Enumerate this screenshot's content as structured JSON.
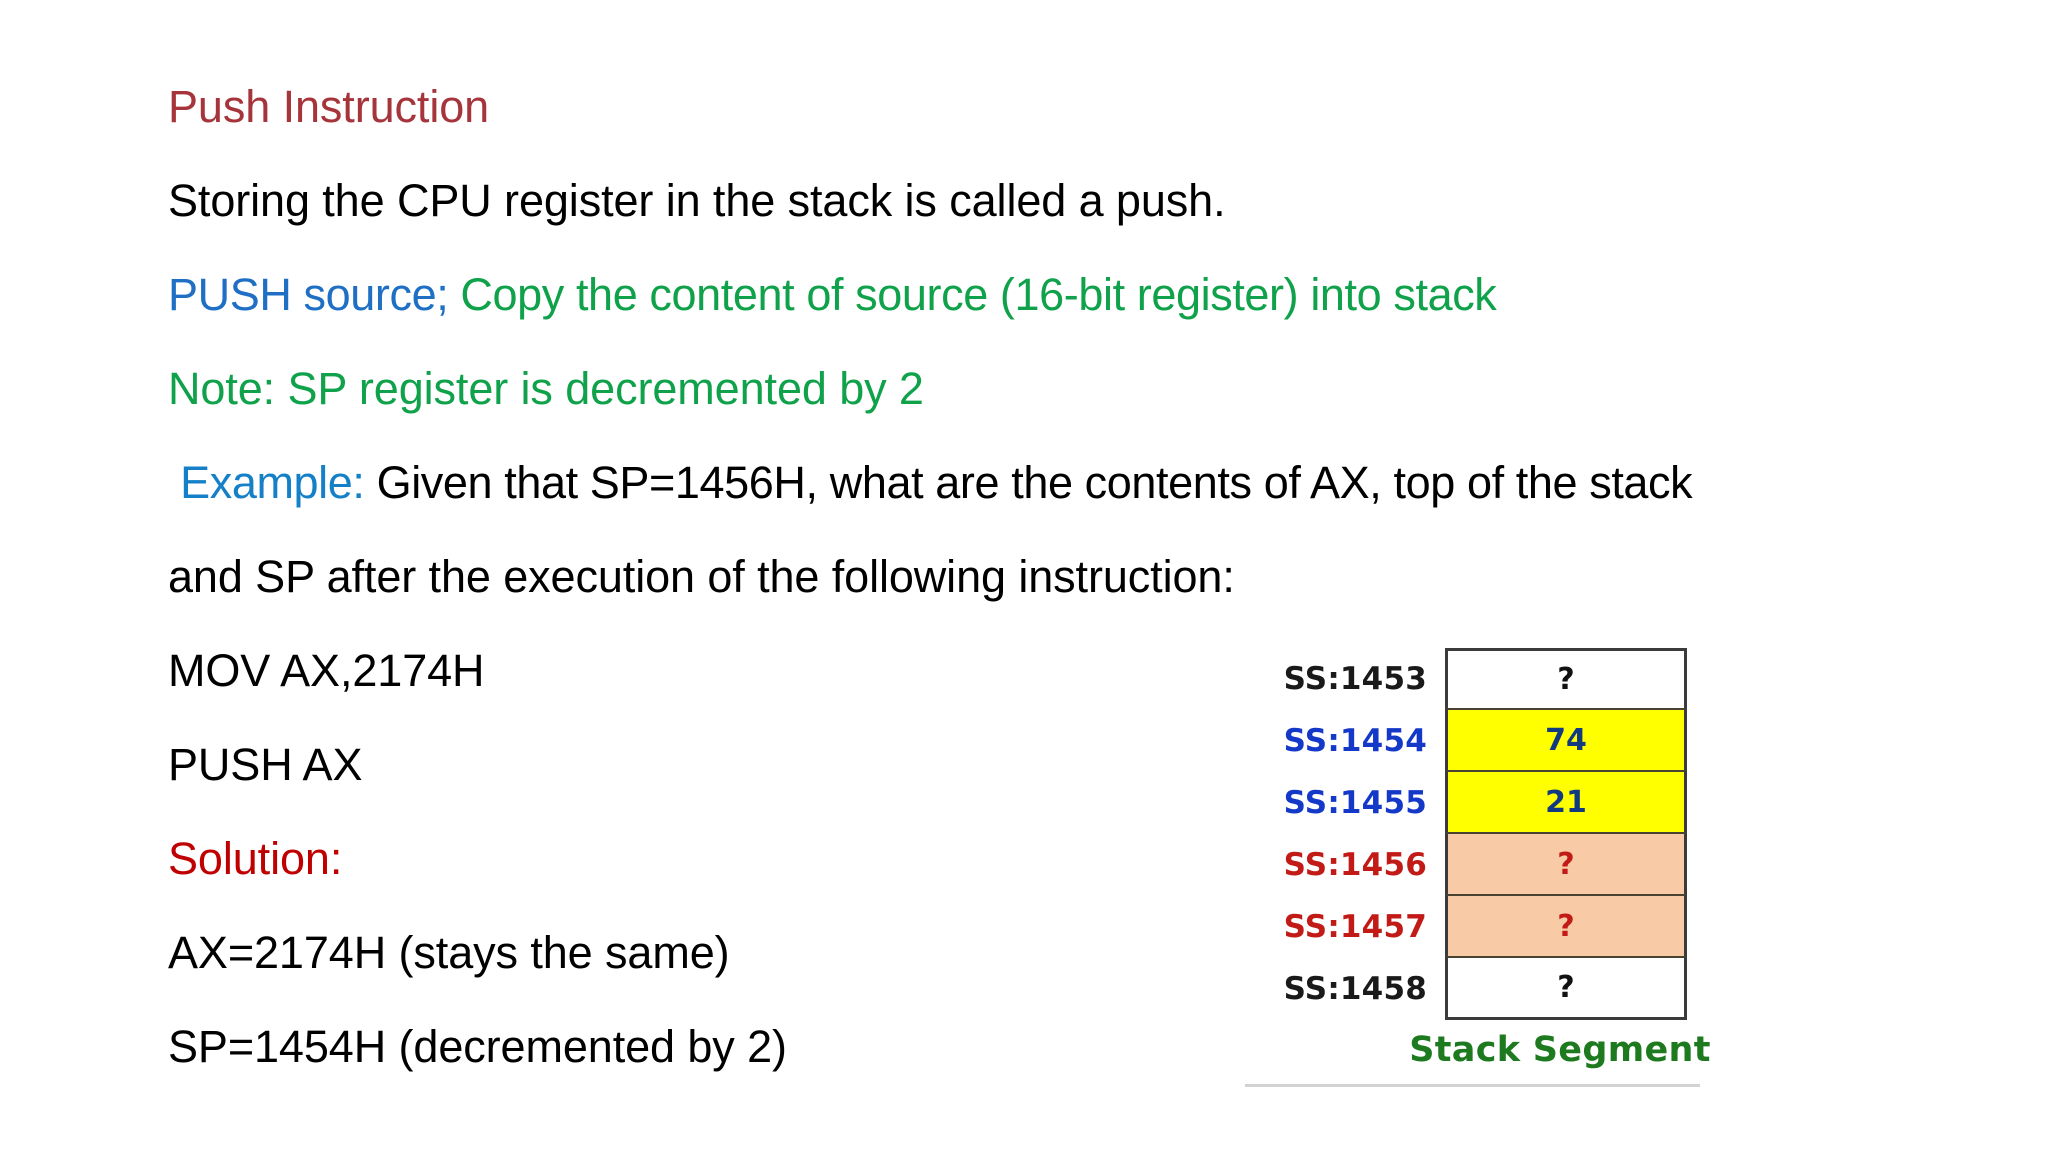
{
  "slide": {
    "title": "Push Instruction",
    "lines": [
      {
        "id": "title",
        "segments": [
          {
            "text": "Push Instruction",
            "color": "title"
          }
        ]
      },
      {
        "id": "definition",
        "segments": [
          {
            "text": "Storing the CPU register in the stack is called a push.",
            "color": "black"
          }
        ]
      },
      {
        "id": "syntax",
        "segments": [
          {
            "text": "PUSH source; ",
            "color": "blue-dark"
          },
          {
            "text": "Copy the content of source (16-bit register) into stack",
            "color": "green"
          }
        ]
      },
      {
        "id": "note",
        "segments": [
          {
            "text": "Note: SP register is decremented by 2",
            "color": "green"
          }
        ]
      },
      {
        "id": "example-1",
        "segments": [
          {
            "text": " Example: ",
            "color": "blue-light"
          },
          {
            "text": "Given that SP=1456H, what are the contents of AX, top of the stack",
            "color": "black"
          }
        ]
      },
      {
        "id": "example-2",
        "segments": [
          {
            "text": "and SP after the execution of the following instruction:",
            "color": "black"
          }
        ]
      },
      {
        "id": "instruction-mov",
        "segments": [
          {
            "text": "MOV AX,2174H",
            "color": "black"
          }
        ]
      },
      {
        "id": "instruction-push",
        "segments": [
          {
            "text": "PUSH AX",
            "color": "black"
          }
        ]
      },
      {
        "id": "solution-heading",
        "segments": [
          {
            "text": "Solution:",
            "color": "red"
          }
        ]
      },
      {
        "id": "solution-ax",
        "segments": [
          {
            "text": "AX=2174H (stays the same)",
            "color": "black"
          }
        ]
      },
      {
        "id": "solution-sp",
        "segments": [
          {
            "text": "SP=1454H (decremented by 2)",
            "color": "black"
          }
        ]
      }
    ]
  },
  "stack_diagram": {
    "caption": "Stack Segment",
    "rows": [
      {
        "label": "SS:1453",
        "label_color": "black",
        "value": "?",
        "cell_color": "white",
        "value_color": "black"
      },
      {
        "label": "SS:1454",
        "label_color": "blue",
        "value": "74",
        "cell_color": "yellow",
        "value_color": "navy"
      },
      {
        "label": "SS:1455",
        "label_color": "blue",
        "value": "21",
        "cell_color": "yellow",
        "value_color": "navy"
      },
      {
        "label": "SS:1456",
        "label_color": "red",
        "value": "?",
        "cell_color": "peach",
        "value_color": "red"
      },
      {
        "label": "SS:1457",
        "label_color": "red",
        "value": "?",
        "cell_color": "peach",
        "value_color": "red"
      },
      {
        "label": "SS:1458",
        "label_color": "black",
        "value": "?",
        "cell_color": "white",
        "value_color": "black"
      }
    ]
  },
  "colors": {
    "title_red": "#A6343B",
    "solution_red": "#C00000",
    "green": "#0FA24B",
    "blue_dark": "#1F6FC4",
    "blue_light": "#1580C8",
    "label_blue": "#1438C8",
    "label_red": "#C21B17",
    "cell_yellow": "#FFFF00",
    "cell_peach": "#F8CBA6",
    "caption_green": "#1E7A1E"
  }
}
